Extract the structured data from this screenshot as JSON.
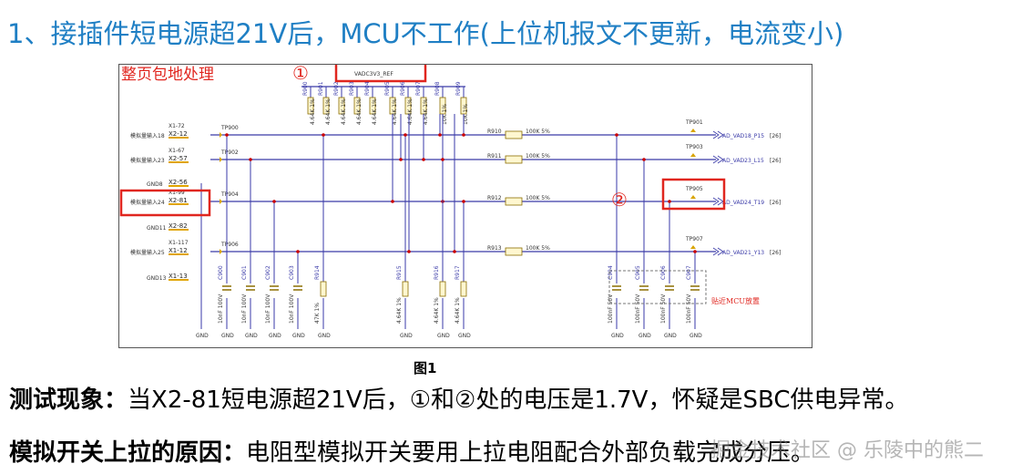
{
  "title": "1、接插件短电源超21V后，MCU不工作(上位机报文不更新，电流变小)",
  "figure": {
    "caption": "图1",
    "corner_label": "整页包地处理",
    "marker_1": "①",
    "marker_2": "②",
    "top_net": "VADC3V3_REF",
    "near_mcu_label": "贴近MCU放置",
    "rails": [
      {
        "left_label": "模拟量输入18",
        "pin": "X2-12",
        "sub": "X1-72",
        "tp": "TP900",
        "res": "R910",
        "val": "100K 5%",
        "tp_r": "TP901",
        "net": "AD_VAD18_P15",
        "ref": "[26]"
      },
      {
        "left_label": "模拟量输入23",
        "pin": "X2-57",
        "sub": "X1-67",
        "tp": "TP902",
        "res": "R911",
        "val": "100K 5%",
        "tp_r": "TP903",
        "net": "AD_VAD23_L15",
        "ref": "[26]"
      },
      {
        "left_label": "模拟量输入24",
        "pin": "X2-81",
        "sub": "X1-99",
        "tp": "TP904",
        "res": "R912",
        "val": "100K 5%",
        "tp_r": "TP905",
        "net": "AD_VAD24_T19",
        "ref": "[26]"
      },
      {
        "left_label": "模拟量输入25",
        "pin": "X1-12",
        "sub": "X1-117",
        "tp": "TP906",
        "res": "R913",
        "val": "100K 5%",
        "tp_r": "TP907",
        "net": "AD_VAD21_Y13",
        "ref": "[26]"
      }
    ],
    "gnd_pins": [
      {
        "label": "GND8",
        "pin": "X2-56"
      },
      {
        "label": "GND11",
        "pin": "X2-82"
      },
      {
        "label": "GND13",
        "pin": "X1-13"
      }
    ],
    "pullups": [
      "R900",
      "R901",
      "R902",
      "R903",
      "R904",
      "R905",
      "R906",
      "R907",
      "R908",
      "R909"
    ],
    "pullup_vals": [
      "4.64K 1%",
      "4.64K 1%",
      "4.64K 1%",
      "4.64K 1%",
      "4.64K 1%",
      "4.64K 1%",
      "4.64K 1%",
      "4.64K 1%",
      "10K 1%",
      "10K 1%"
    ],
    "bottom_parts": [
      {
        "ref": "C900",
        "val": "10nF 100V"
      },
      {
        "ref": "C901",
        "val": "10nF 100V"
      },
      {
        "ref": "C902",
        "val": "10nF 100V"
      },
      {
        "ref": "C903",
        "val": "10nF 100V"
      },
      {
        "ref": "R914",
        "val": "47K 1%"
      },
      {
        "ref": "R915",
        "val": "4.64K 1%"
      },
      {
        "ref": "R916",
        "val": "4.64K 1%"
      },
      {
        "ref": "R917",
        "val": "4.64K 1%"
      },
      {
        "ref": "C904",
        "val": "100nF 50V"
      },
      {
        "ref": "C905",
        "val": "100nF 50V"
      },
      {
        "ref": "C906",
        "val": "100nF 50V"
      },
      {
        "ref": "C907",
        "val": "100nF 50V"
      }
    ],
    "gnd": "GND"
  },
  "observation": {
    "label": "测试现象：",
    "text": "当X2-81短电源超21V后，①和②处的电压是1.7V，怀疑是SBC供电异常。"
  },
  "reason": {
    "label": "模拟开关上拉的原因：",
    "text": "电阻型模拟开关要用上拉电阻配合外部负载完成分压。"
  },
  "watermark": "掘金技术社区 @ 乐陵中的熊二",
  "colors": {
    "heading": "#1f7fc4",
    "annotation_red": "#e0261f",
    "net_blue": "#3a3aa8"
  }
}
